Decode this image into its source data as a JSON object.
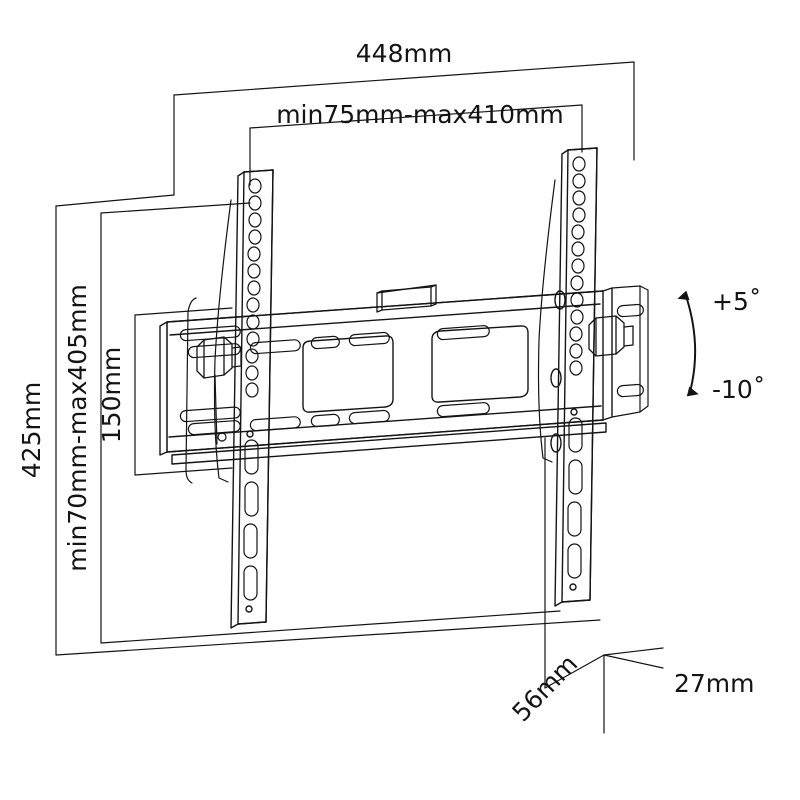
{
  "diagram": {
    "type": "technical-dimension-drawing",
    "subject": "tilting tv wall mount bracket",
    "background_color": "#ffffff",
    "line_color": "#141414",
    "text_color": "#141414"
  },
  "dimensions": {
    "top_overall": "448mm",
    "top_inner": "min75mm-max410mm",
    "left_overall": "425mm",
    "left_inner": "min70mm-max405mm",
    "left_innermost": "150mm",
    "depth_diagonal": "56mm",
    "depth_vertical": "27mm"
  },
  "tilt": {
    "up_label": "+5˚",
    "down_label": "-10˚"
  }
}
